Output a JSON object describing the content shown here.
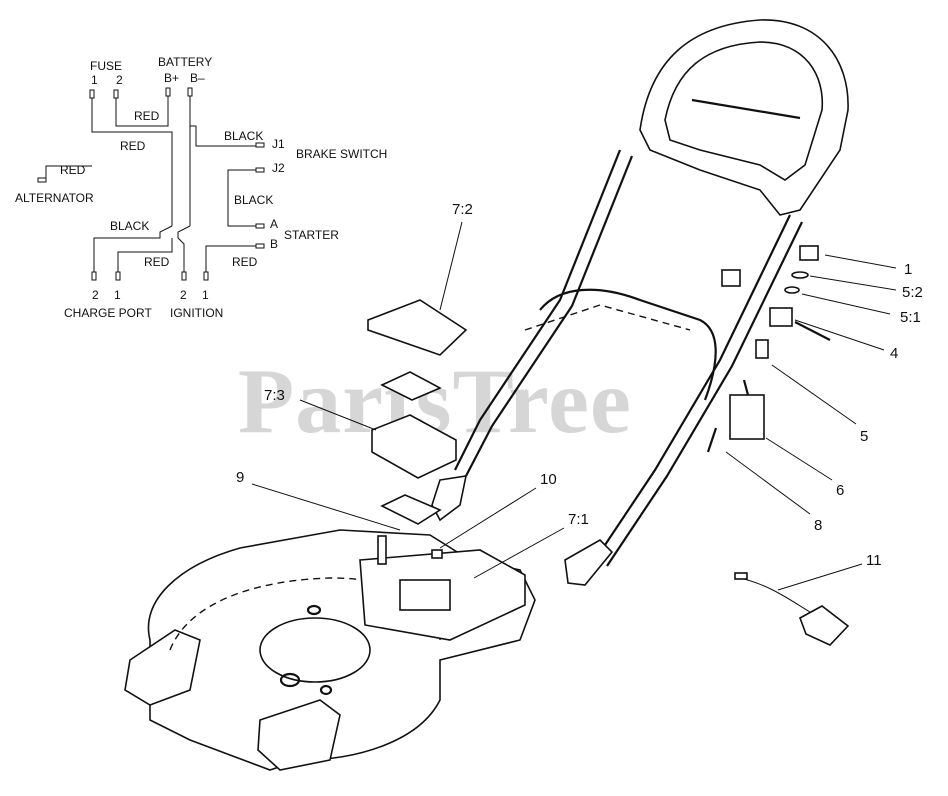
{
  "watermark": "PartsTree",
  "wiring": {
    "fuse": "FUSE",
    "fuse_pins": [
      "1",
      "2"
    ],
    "battery": "BATTERY",
    "battery_pins": [
      "B+",
      "B–"
    ],
    "alternator": "ALTERNATOR",
    "brake_switch": "BRAKE SWITCH",
    "starter": "STARTER",
    "charge_port": "CHARGE PORT",
    "ignition": "IGNITION",
    "terminals": {
      "j1": "J1",
      "j2": "J2",
      "a": "A",
      "b": "B"
    },
    "bottom_pins": [
      "2",
      "1",
      "2",
      "1"
    ],
    "wires": {
      "red_fuse_batt": "RED",
      "red_long": "RED",
      "red_alternator": "RED",
      "black_j1": "BLACK",
      "black_starter": "BLACK",
      "black_ground": "BLACK",
      "red_ignition": "RED",
      "red_starter_b": "RED"
    }
  },
  "callouts": [
    "1",
    "5:2",
    "5:1",
    "4",
    "5",
    "6",
    "8",
    "7:2",
    "7:3",
    "9",
    "10",
    "7:1",
    "11"
  ]
}
